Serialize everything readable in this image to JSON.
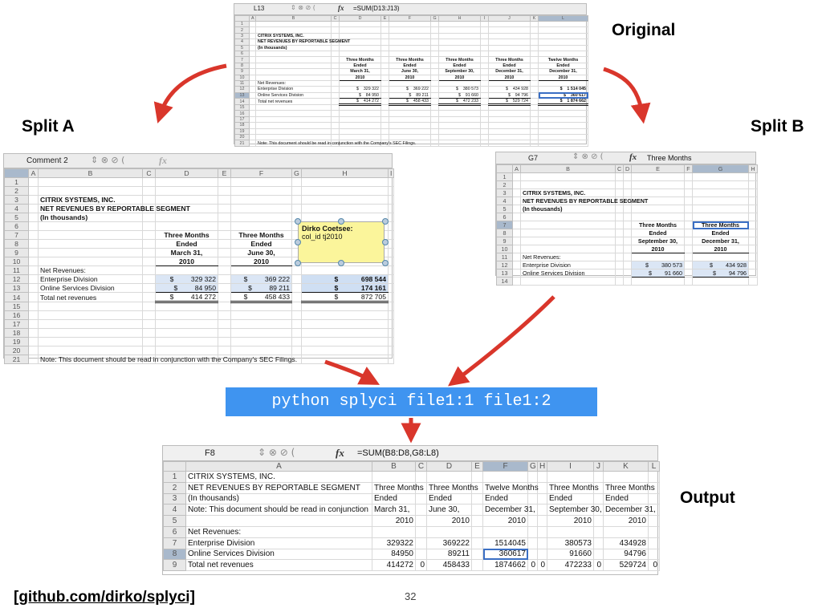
{
  "labels": {
    "original": "Original",
    "split_a": "Split A",
    "split_b": "Split B",
    "output": "Output"
  },
  "command": "python splyci file1:1 file1:2",
  "footer_link": "[github.com/dirko/splyci]",
  "page_number": "32",
  "colors": {
    "command_bg": "#3f94f0",
    "arrow": "#d9362b",
    "note": "#fbf59b"
  },
  "original": {
    "cell_ref": "L13",
    "formula": "=SUM(D13:J13)",
    "title1": "CITRIX SYSTEMS, INC.",
    "title2": "NET REVENUES BY REPORTABLE SEGMENT",
    "title3": "(In thousands)",
    "periods": [
      [
        "Three Months",
        "Ended",
        "March 31,",
        "2010"
      ],
      [
        "Three Months",
        "Ended",
        "June 30,",
        "2010"
      ],
      [
        "Three Months",
        "Ended",
        "September 30,",
        "2010"
      ],
      [
        "Three Months",
        "Ended",
        "December 31,",
        "2010"
      ],
      [
        "Twelve Months",
        "Ended",
        "December 31,",
        "2010"
      ]
    ],
    "net_revenues": "Net Revenues:",
    "rows": [
      {
        "label": "Enterprise Division",
        "values": [
          "329 322",
          "369 222",
          "380 573",
          "434 928",
          "1 514 045"
        ]
      },
      {
        "label": "Online Services Division",
        "values": [
          "84 950",
          "89 211",
          "91 660",
          "94 796",
          "360 617"
        ]
      },
      {
        "label": "Total net revenues",
        "values": [
          "414 272",
          "458 433",
          "472 233",
          "529 724",
          "1 874 662"
        ]
      }
    ],
    "note": "Note:  This document should be read in conjunction with the Company's SEC Filings."
  },
  "split_a": {
    "cell_ref": "Comment 2",
    "formula": "",
    "title1": "CITRIX SYSTEMS, INC.",
    "title2": "NET REVENUES BY REPORTABLE SEGMENT",
    "title3": "(In thousands)",
    "periods": [
      [
        "Three Months",
        "Ended",
        "March 31,",
        "2010"
      ],
      [
        "Three Months",
        "Ended",
        "June 30,",
        "2010"
      ]
    ],
    "net_revenues": "Net Revenues:",
    "rows": [
      {
        "label": "Enterprise Division",
        "values": [
          "329 322",
          "369 222",
          "698 544"
        ]
      },
      {
        "label": "Online Services Division",
        "values": [
          "84 950",
          "89 211",
          "174 161"
        ]
      },
      {
        "label": "Total net revenues",
        "values": [
          "414 272",
          "458 433",
          "872 705"
        ]
      }
    ],
    "comment_author": "Dirko Coetsee:",
    "comment_text": "col_id tj2010",
    "note": "Note:  This document should be read in conjunction with the Company's SEC Filings."
  },
  "split_b": {
    "cell_ref": "G7",
    "formula": "Three Months",
    "title1": "CITRIX SYSTEMS, INC.",
    "title2": "NET REVENUES BY REPORTABLE SEGMENT",
    "title3": "(In thousands)",
    "periods": [
      [
        "Three Months",
        "Ended",
        "September 30,",
        "2010"
      ],
      [
        "Three Months",
        "Ended",
        "December 31,",
        "2010"
      ]
    ],
    "net_revenues": "Net Revenues:",
    "rows": [
      {
        "label": "Enterprise Division",
        "values": [
          "380 573",
          "434 928"
        ]
      },
      {
        "label": "Online Services Division",
        "values": [
          "91 660",
          "94 796"
        ]
      }
    ]
  },
  "output": {
    "cell_ref": "F8",
    "formula": "=SUM(B8:D8,G8:L8)",
    "col_headers": [
      "A",
      "B",
      "C",
      "D",
      "E",
      "F",
      "G",
      "H",
      "I",
      "J",
      "K",
      "L"
    ],
    "rows": [
      [
        "CITRIX SYSTEMS, INC.",
        "",
        "",
        "",
        "",
        "",
        "",
        "",
        "",
        "",
        "",
        ""
      ],
      [
        "NET REVENUES BY REPORTABLE SEGMENT",
        "Three Months",
        "",
        "Three Months",
        "",
        "Twelve Months",
        "",
        "",
        "Three Months",
        "",
        "Three Months",
        ""
      ],
      [
        "(In thousands)",
        "Ended",
        "",
        "Ended",
        "",
        "Ended",
        "",
        "",
        "Ended",
        "",
        "Ended",
        ""
      ],
      [
        "Note:  This document should be read in conjunction",
        "March 31,",
        "",
        "June 30,",
        "",
        "December 31,",
        "",
        "",
        "September 30,",
        "",
        "December 31,",
        ""
      ],
      [
        "",
        "2010",
        "",
        "2010",
        "",
        "2010",
        "",
        "",
        "2010",
        "",
        "2010",
        ""
      ],
      [
        "Net Revenues:",
        "",
        "",
        "",
        "",
        "",
        "",
        "",
        "",
        "",
        "",
        ""
      ],
      [
        "Enterprise Division",
        "329322",
        "",
        "369222",
        "",
        "1514045",
        "",
        "",
        "380573",
        "",
        "434928",
        ""
      ],
      [
        "Online Services Division",
        "84950",
        "",
        "89211",
        "",
        "360617",
        "",
        "",
        "91660",
        "",
        "94796",
        ""
      ],
      [
        "Total net revenues",
        "414272",
        "0",
        "458433",
        "",
        "1874662",
        "0",
        "0",
        "472233",
        "0",
        "529724",
        "0"
      ]
    ]
  }
}
